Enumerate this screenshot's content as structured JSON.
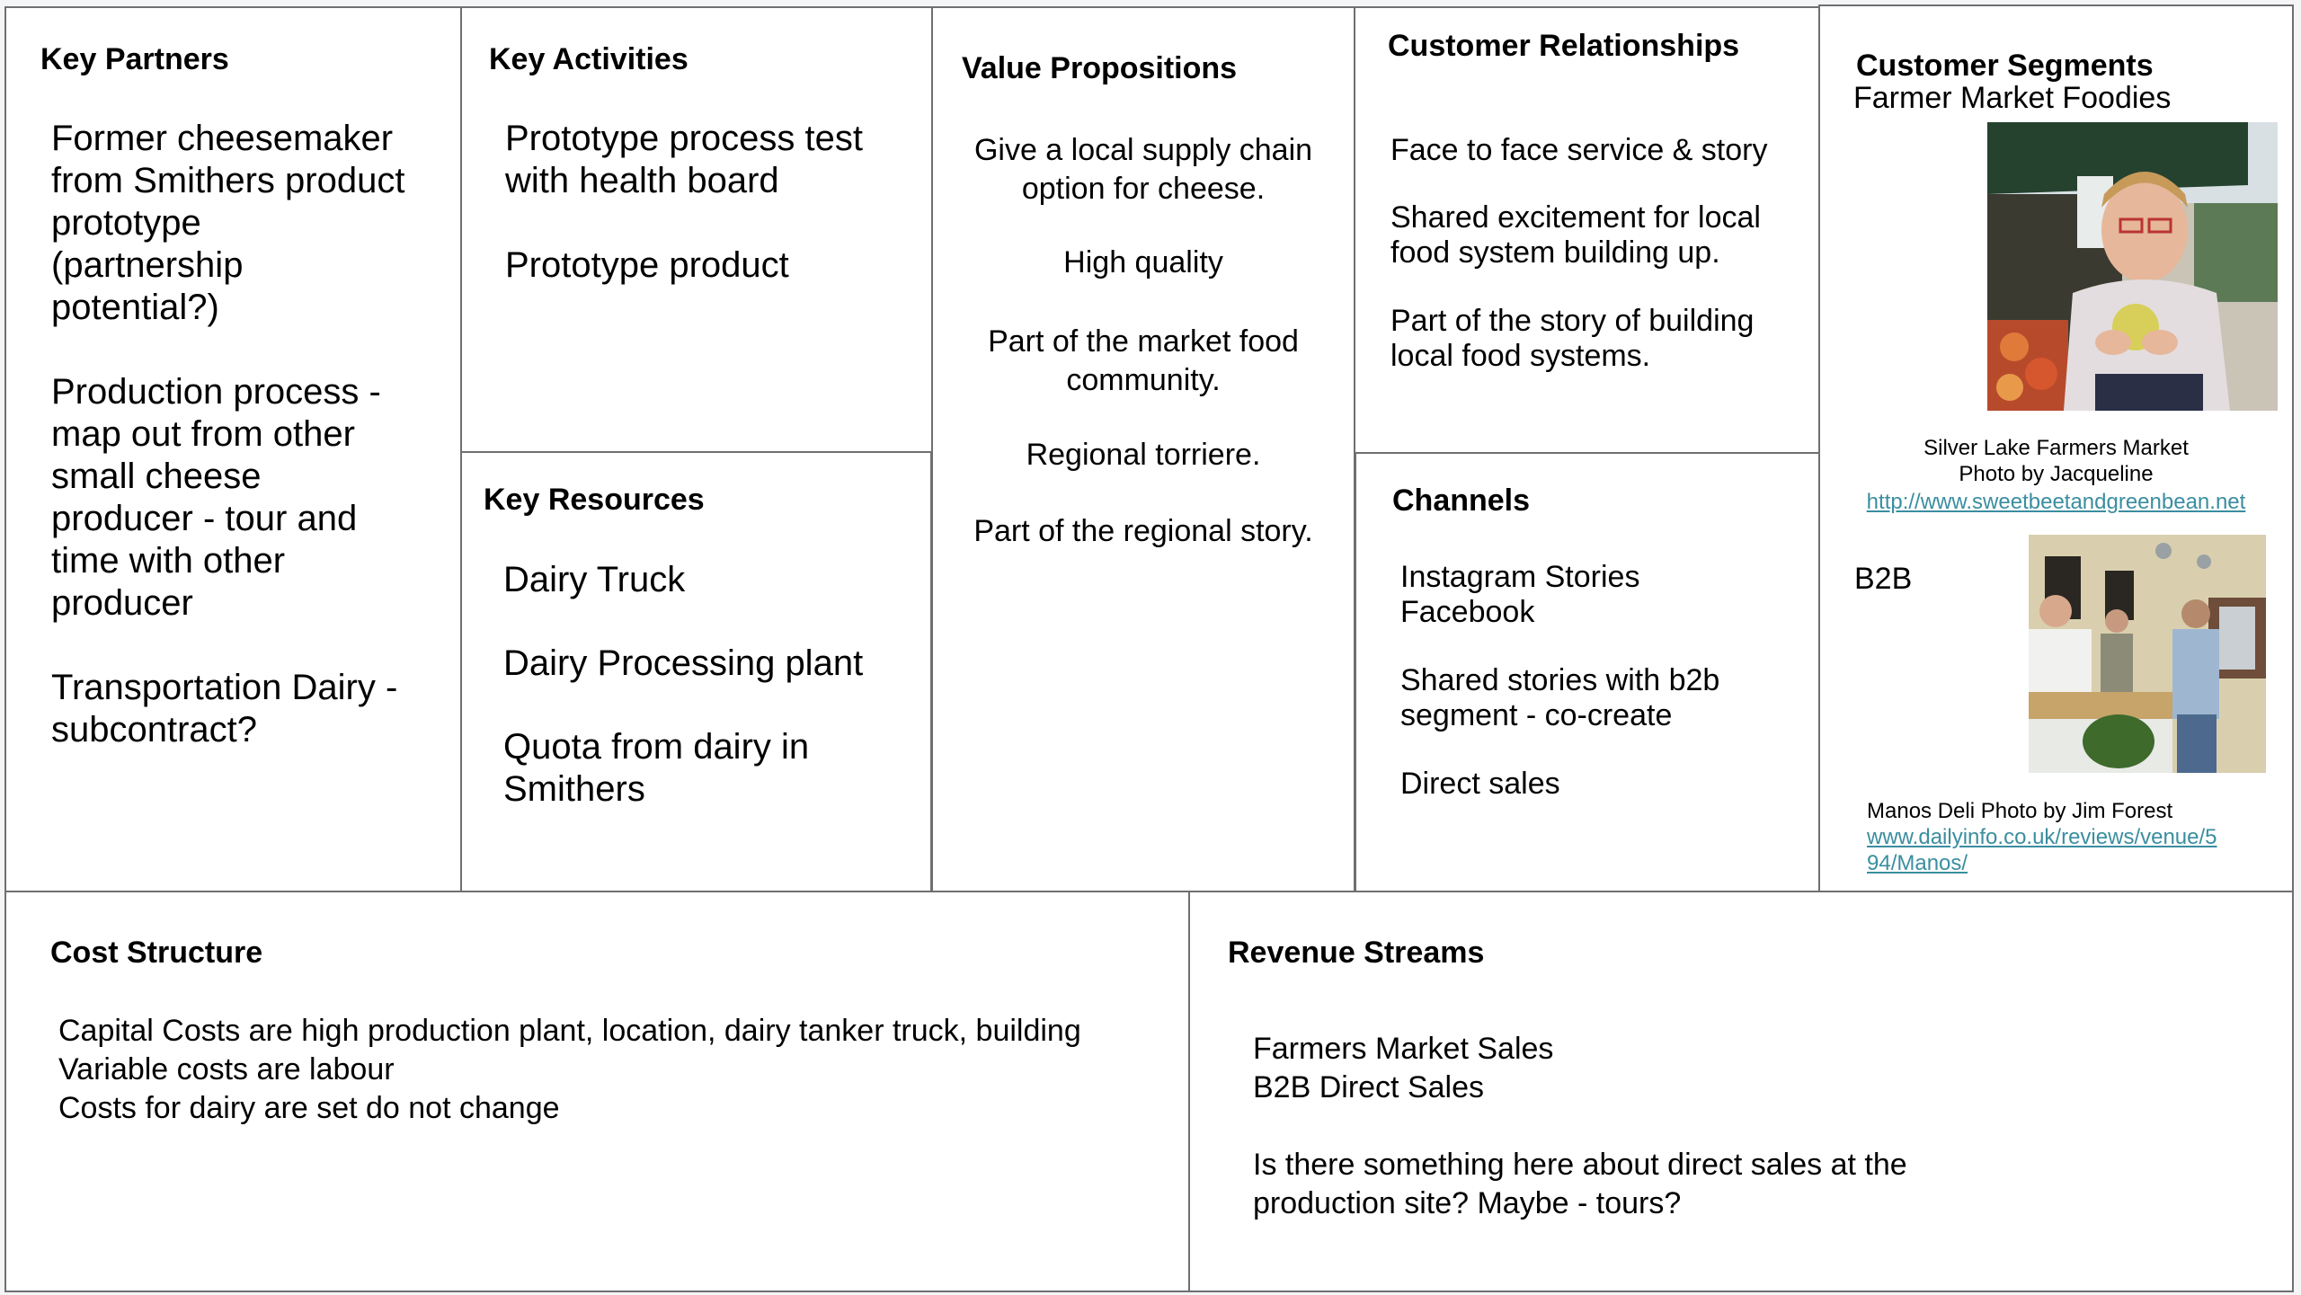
{
  "canvas": {
    "key_partners": {
      "title": "Key Partners",
      "items": [
        "Former cheesemaker\nfrom Smithers product\nprototype\n(partnership\npotential?)",
        "Production process -\nmap out from other\nsmall cheese\nproducer - tour and\ntime with other\nproducer",
        "Transportation Dairy -\nsubcontract?"
      ]
    },
    "key_activities": {
      "title": "Key Activities",
      "items": [
        "Prototype process test\nwith health board",
        "Prototype product"
      ]
    },
    "key_resources": {
      "title": "Key Resources",
      "items": [
        "Dairy Truck",
        "Dairy Processing plant",
        "Quota from dairy in\nSmithers"
      ]
    },
    "value_propositions": {
      "title": "Value Propositions",
      "items": [
        "Give a local supply chain\noption for cheese.",
        "High quality",
        "Part of the market food\ncommunity.",
        "Regional torriere.",
        "Part of the regional story."
      ]
    },
    "customer_relationships": {
      "title": "Customer Relationships",
      "items": [
        "Face to face service & story",
        "Shared excitement for local\nfood system building up.",
        "Part of the story of building\nlocal food systems."
      ]
    },
    "channels": {
      "title": "Channels",
      "items": [
        "Instagram Stories\nFacebook",
        "Shared stories with b2b\nsegment - co-create",
        "Direct sales"
      ]
    },
    "customer_segments": {
      "title": "Customer Segments",
      "subtitle": "Farmer Market Foodies",
      "photo1": {
        "alt": "Woman holding heirloom tomato at farmers market",
        "caption": "Silver Lake Farmers  Market\nPhoto by Jacqueline",
        "link": "http://www.sweetbeetandgreenbean.net"
      },
      "b2b_label": "B2B",
      "photo2": {
        "alt": "Staff and customer at deli counter",
        "caption": "Manos Deli Photo by Jim Forest",
        "link_line1": "www.dailyinfo.co.uk/reviews/venue/5",
        "link_line2": "94/Manos/"
      }
    },
    "cost_structure": {
      "title": "Cost Structure",
      "text": "Capital Costs are high production plant, location, dairy tanker truck, building\nVariable costs are labour\nCosts for dairy are set do not change"
    },
    "revenue_streams": {
      "title": "Revenue Streams",
      "items": [
        "Farmers Market Sales\nB2B Direct Sales",
        "Is there something here about direct sales at the\nproduction site? Maybe - tours?"
      ]
    }
  },
  "colors": {
    "border": "#6f6f6f",
    "link": "#3a8ea0",
    "background": "#f4f5f7"
  }
}
